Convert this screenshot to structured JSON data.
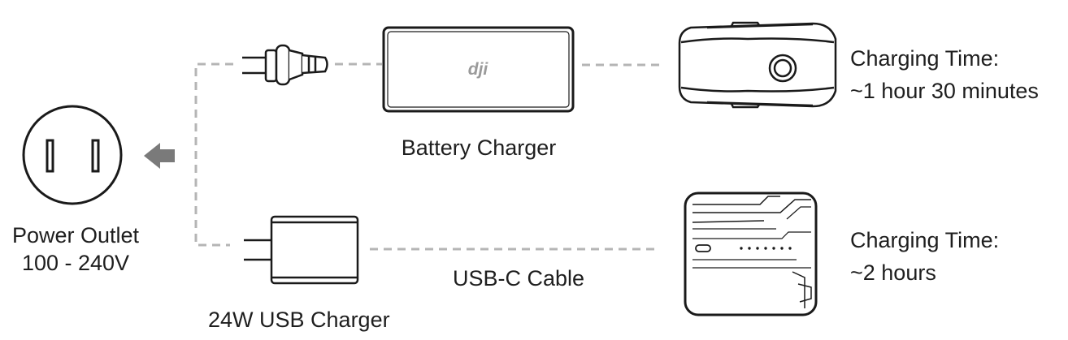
{
  "power_outlet": {
    "label": "Power Outlet",
    "voltage": "100 -  240V"
  },
  "battery_charger": {
    "label": "Battery Charger",
    "logo_text": "dji",
    "charging_time_label": "Charging Time:",
    "charging_time_value": "~1 hour 30 minutes"
  },
  "usb_charger": {
    "label": "24W USB Charger",
    "cable_label": "USB-C Cable",
    "charging_time_label": "Charging Time:",
    "charging_time_value": "~2 hours"
  },
  "colors": {
    "line": "#1a1a1a",
    "dash": "#b5b5b5",
    "arrow": "#7a7a7a"
  }
}
